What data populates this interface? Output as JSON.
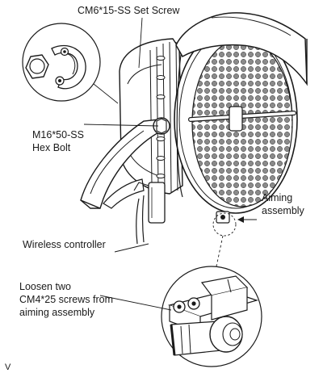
{
  "callouts": {
    "set_screw": "CM6*15-SS Set Screw",
    "hex_bolt_line1": "M16*50-SS",
    "hex_bolt_line2": "Hex Bolt",
    "aiming_line1": "Aiming",
    "aiming_line2": "assembly",
    "wireless": "Wireless controller",
    "loosen_line1": "Loosen two",
    "loosen_line2": "CM4*25 screws from",
    "loosen_line3": "aiming assembly",
    "page_fragment": "V"
  },
  "colors": {
    "line": "#1a1a1a",
    "body_fill": "#ffffff",
    "led_fill": "#8a8a8a",
    "shade": "#cfcfcf"
  }
}
